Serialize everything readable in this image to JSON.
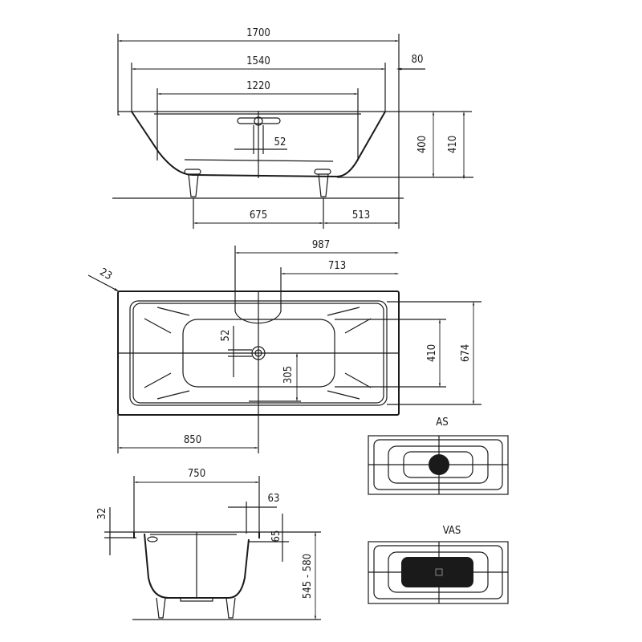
{
  "side_view": {
    "dims": {
      "overall_length": "1700",
      "inner_length": "1540",
      "rim_offset": "80",
      "basin_length": "1220",
      "overflow_height": "52",
      "depth_inner": "400",
      "depth_outer": "410",
      "feet_spacing": "675",
      "feet_offset": "513"
    }
  },
  "plan_view": {
    "dims": {
      "overflow_position": "987",
      "overflow_cutout": "713",
      "corner_radius": "23",
      "width_overall": "674",
      "basin_width": "410",
      "drain_offset": "305",
      "drain_size": "52",
      "drain_from_left": "850"
    }
  },
  "section_view": {
    "dims": {
      "width": "750",
      "rim_lip": "63",
      "rim_thickness": "32",
      "rim_drop": "65",
      "height_range": "545 - 580"
    }
  },
  "variants": [
    {
      "label": "AS"
    },
    {
      "label": "VAS"
    }
  ],
  "colors": {
    "line": "#1a1a1a",
    "background": "#ffffff"
  }
}
